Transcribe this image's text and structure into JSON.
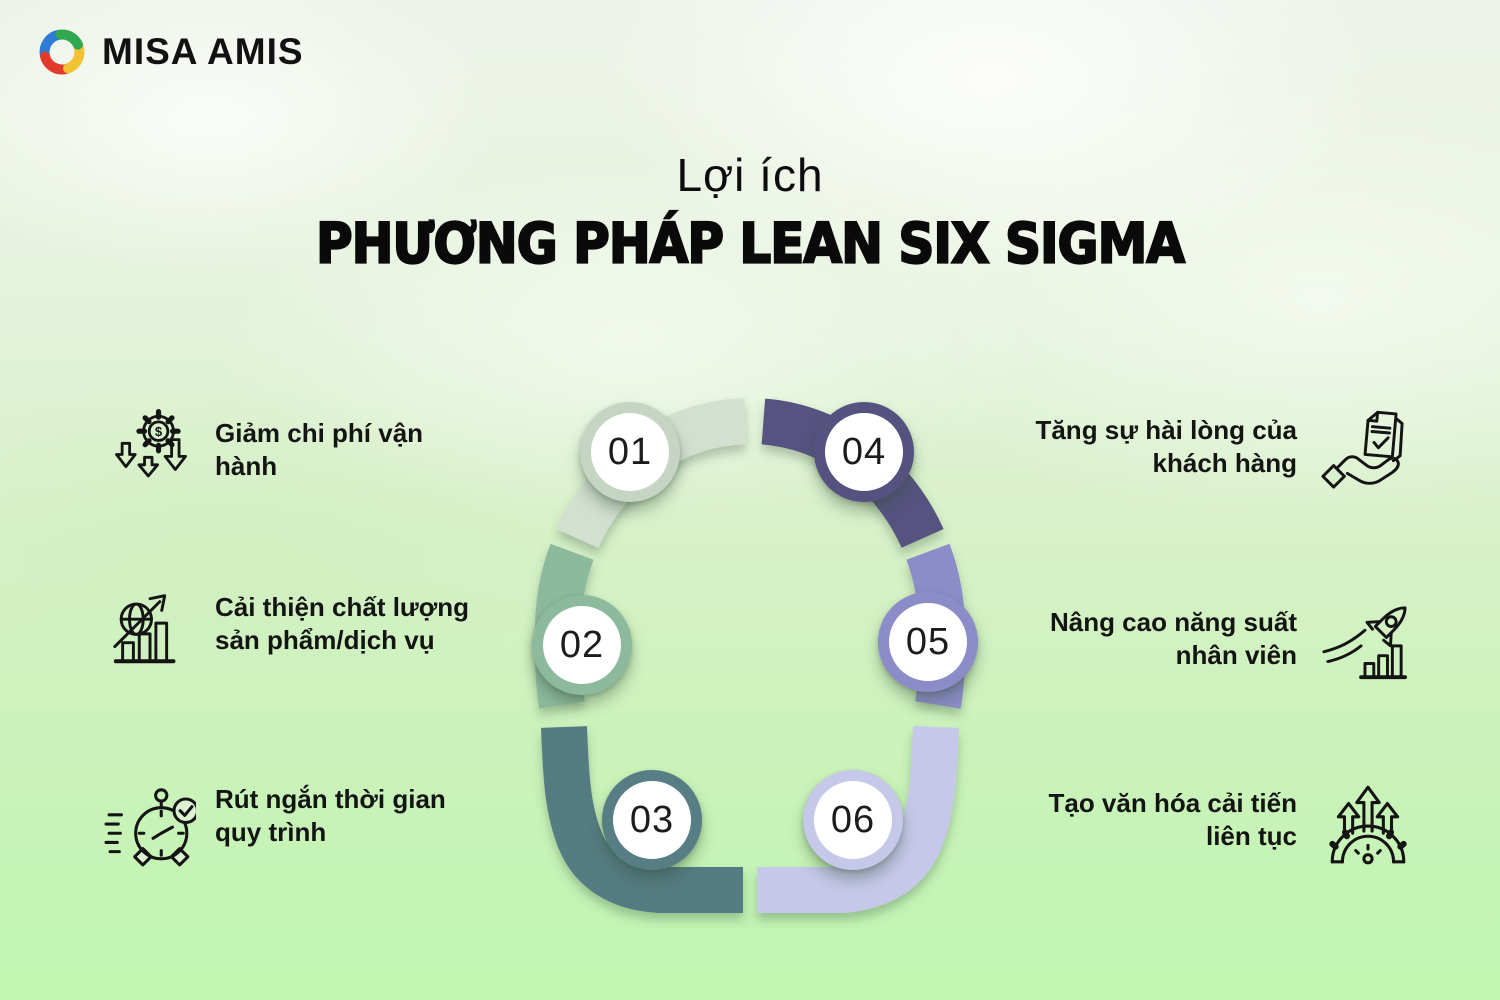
{
  "brand": {
    "name": "MISA AMIS",
    "swirl_colors": {
      "blue": "#2e7cd6",
      "green": "#2fa84f",
      "yellow": "#f2c233",
      "red": "#e23a2c"
    }
  },
  "header": {
    "pretitle": "Lợi ích",
    "title": "PHƯƠNG PHÁP LEAN SIX SIGMA"
  },
  "background": {
    "top_color": "#eef3ea",
    "bottom_color": "#c0f6b0"
  },
  "benefits": [
    {
      "number": "01",
      "label": "Giảm chi phí vận hành",
      "icon": "cost-reduction-icon",
      "side": "left",
      "color": "#d3dfd0",
      "ring_color": "#c6d5c3"
    },
    {
      "number": "02",
      "label": "Cải thiện chất lượng sản phẩm/dịch vụ",
      "icon": "product-quality-icon",
      "side": "left",
      "color": "#8db99c",
      "ring_color": "#8db99c"
    },
    {
      "number": "03",
      "label": "Rút ngắn thời gian quy trình",
      "icon": "process-time-icon",
      "side": "left",
      "color": "#547b82",
      "ring_color": "#587e85"
    },
    {
      "number": "04",
      "label": "Tăng sự hài lòng của khách hàng",
      "icon": "customer-satisfaction-icon",
      "side": "right",
      "color": "#565280",
      "ring_color": "#565280"
    },
    {
      "number": "05",
      "label": "Nâng cao năng suất nhân viên",
      "icon": "employee-productivity-icon",
      "side": "right",
      "color": "#8c8cc8",
      "ring_color": "#8c8cc8"
    },
    {
      "number": "06",
      "label": "Tạo văn hóa cải tiến liên tục",
      "icon": "continuous-improvement-icon",
      "side": "right",
      "color": "#c5c8e8",
      "ring_color": "#c5c8e8"
    }
  ]
}
